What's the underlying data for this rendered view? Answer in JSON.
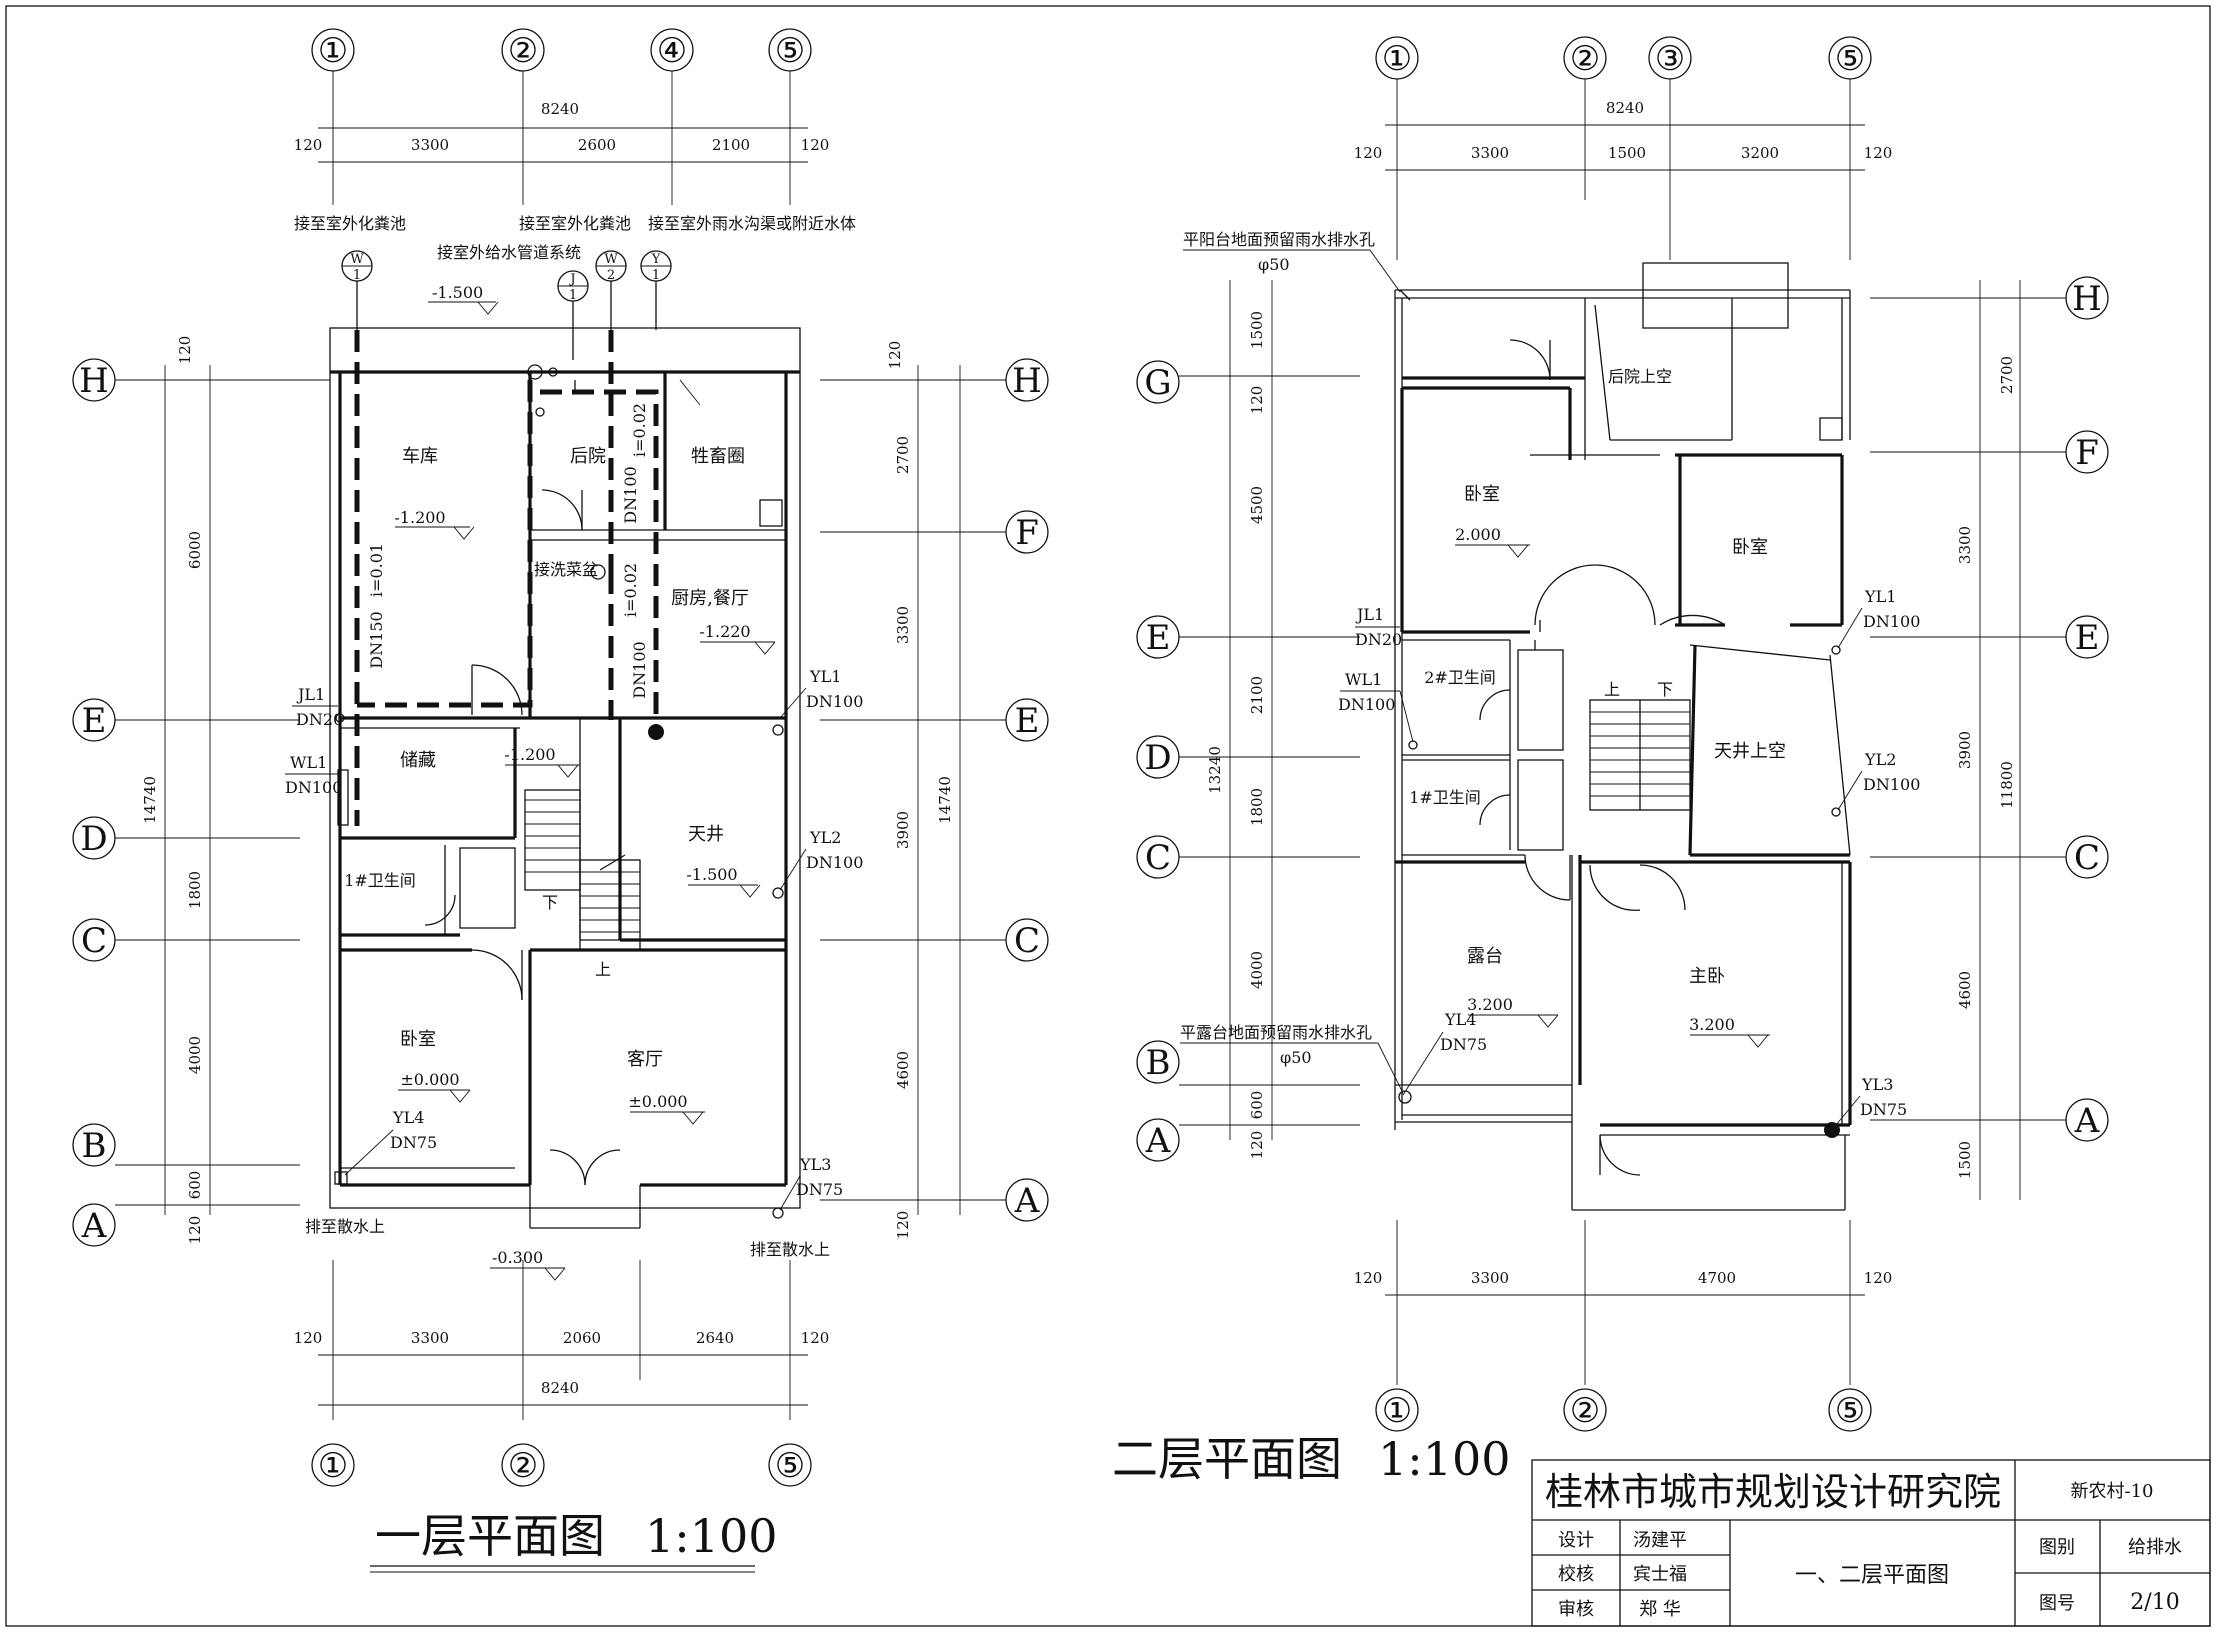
{
  "plan1": {
    "title": "一层平面图",
    "scale": "1:100",
    "axes_cols": [
      "①",
      "②",
      "④",
      "⑤"
    ],
    "axes_cols_bottom": [
      "①",
      "②",
      "⑤"
    ],
    "axes_rows": [
      "H",
      "F",
      "E",
      "D",
      "C",
      "B",
      "A"
    ],
    "dims_top": {
      "total": "8240",
      "edge": "120",
      "a": "3300",
      "b": "2600",
      "c": "2100"
    },
    "dims_bottom": {
      "total": "8240",
      "edge": "120",
      "a": "3300",
      "b": "2060",
      "c": "2640"
    },
    "dims_left": {
      "total": "14740",
      "a": "6000",
      "b": "1800",
      "c": "4000",
      "d": "600",
      "e": "120"
    },
    "dims_right": {
      "total": "14740",
      "a": "2700",
      "b": "3300",
      "c": "3900",
      "d": "4600",
      "e": "120"
    },
    "notes": {
      "to_septic_1": "接至室外化粪池",
      "to_septic_2": "接至室外化粪池",
      "to_rain": "接至室外雨水沟渠或附近水体",
      "water_supply": "接室外给水管道系统",
      "wash_basin": "接洗菜盆",
      "drain_left": "排至散水上",
      "drain_right": "排至散水上"
    },
    "rooms": {
      "garage": "车库",
      "backyard": "后院",
      "livestock": "牲畜圈",
      "kitchen": "厨房,餐厅",
      "storage": "储藏",
      "patio": "天井",
      "bath1": "1#卫生间",
      "bedroom": "卧室",
      "living": "客厅"
    },
    "levels": {
      "outside": "-1.500",
      "garage": "-1.200",
      "kitchen": "-1.220",
      "storage": "-1.200",
      "patio": "-1.500",
      "bedroom": "±0.000",
      "living": "±0.000",
      "entry": "-0.300"
    },
    "pipes": {
      "w1_top": "W",
      "w1_num": "1",
      "j1_top": "J",
      "j1_num": "1",
      "w2_top": "W",
      "w2_num": "2",
      "y_top": "Y",
      "y_num": "1",
      "jl1": "JL1",
      "jl1_dn": "DN20",
      "wl1": "WL1",
      "wl1_dn": "DN100",
      "yl1": "YL1",
      "yl1_dn": "DN100",
      "yl2": "YL2",
      "yl2_dn": "DN100",
      "yl3": "YL3",
      "yl3_dn": "DN75",
      "yl4": "YL4",
      "yl4_dn": "DN75",
      "dn150": "DN150",
      "slope_01": "i=0.01",
      "dn100_a": "DN100",
      "slope_02a": "i=0.02",
      "dn100_b": "DN100",
      "slope_02b": "i=0.02"
    },
    "stairs": {
      "down": "下",
      "up": "上"
    }
  },
  "plan2": {
    "title": "二层平面图",
    "scale": "1:100",
    "axes_cols": [
      "①",
      "②",
      "③",
      "⑤"
    ],
    "axes_cols_bottom": [
      "①",
      "②",
      "⑤"
    ],
    "axes_rows_left": [
      "G",
      "E",
      "D",
      "C",
      "B",
      "A"
    ],
    "axes_rows_right": [
      "H",
      "F",
      "E",
      "C",
      "A"
    ],
    "dims_top": {
      "total": "8240",
      "edge": "120",
      "a": "3300",
      "b": "1500",
      "c": "3200"
    },
    "dims_bottom": {
      "edge": "120",
      "a": "3300",
      "b": "4700"
    },
    "dims_left": {
      "total": "13240",
      "a": "1500",
      "b": "120",
      "c": "4500",
      "d": "2100",
      "e": "1800",
      "f": "4000",
      "g": "600",
      "h": "120"
    },
    "dims_right": {
      "total": "11800",
      "a": "2700",
      "b": "3300",
      "c": "3900",
      "d": "4600",
      "e": "1500"
    },
    "notes": {
      "roof_drain": "平阳台地面预留雨水排水孔",
      "roof_drain_d": "φ50",
      "terrace_drain": "平露台地面预留雨水排水孔",
      "terrace_drain_d": "φ50"
    },
    "rooms": {
      "backyard_void": "后院上空",
      "bedroom_a": "卧室",
      "bedroom_b": "卧室",
      "bath2": "2#卫生间",
      "bath1": "1#卫生间",
      "patio_void": "天井上空",
      "terrace": "露台",
      "master": "主卧"
    },
    "levels": {
      "bedroom": "2.000",
      "terrace": "3.200",
      "master": "3.200"
    },
    "pipes": {
      "jl1": "JL1",
      "jl1_dn": "DN20",
      "wl1": "WL1",
      "wl1_dn": "DN100",
      "yl1": "YL1",
      "yl1_dn": "DN100",
      "yl2": "YL2",
      "yl2_dn": "DN100",
      "yl3": "YL3",
      "yl3_dn": "DN75",
      "yl4": "YL4",
      "yl4_dn": "DN75"
    },
    "stairs": {
      "up": "上",
      "down": "下"
    }
  },
  "title_block": {
    "institute": "桂林市城市规划设计研究院",
    "project": "新农村-10",
    "design_label": "设计",
    "design_name": "汤建平",
    "check_label": "校核",
    "check_name": "宾士福",
    "review_label": "审核",
    "review_name": "郑  华",
    "drawing_name": "一、二层平面图",
    "category_label": "图别",
    "category_value": "给排水",
    "number_label": "图号",
    "number_value": "2/10"
  }
}
